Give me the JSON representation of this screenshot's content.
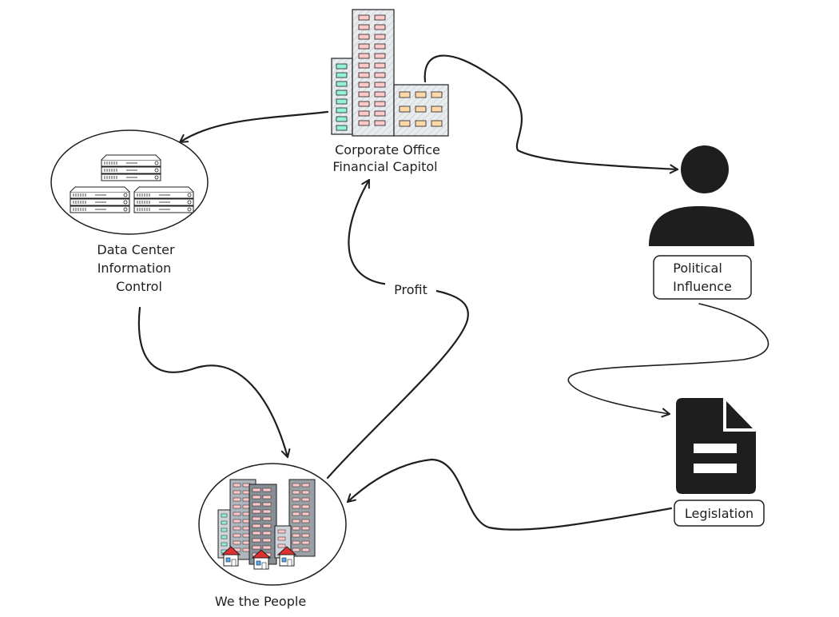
{
  "nodes": {
    "corporate": {
      "line1": "Corporate Office",
      "line2": "Financial Capitol"
    },
    "datacenter": {
      "line1": "Data Center",
      "line2": "Information",
      "line3": "Control"
    },
    "political": {
      "line1": "Political",
      "line2": "Influence"
    },
    "legislation": {
      "label": "Legislation"
    },
    "people": {
      "label": "We the People"
    }
  },
  "edges": {
    "profit": {
      "label": "Profit"
    }
  },
  "colors": {
    "stroke": "#1e1e1e",
    "window_pink": "#ffc9c9",
    "window_orange": "#ffd8a8",
    "window_teal": "#96f2d7",
    "building_fill": "#e9ecef",
    "people_building": "#868e96",
    "roof_red": "#e03131"
  }
}
